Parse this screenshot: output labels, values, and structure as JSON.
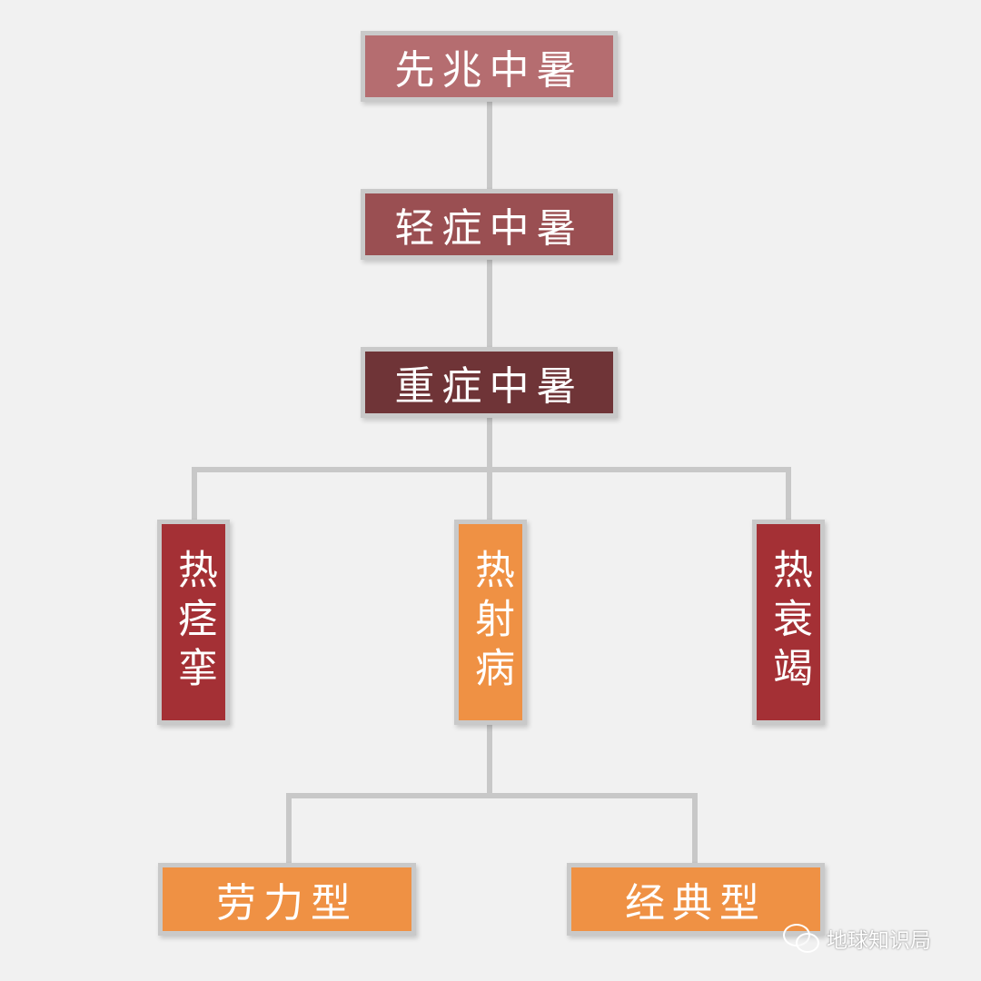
{
  "diagram": {
    "nodes": [
      {
        "id": "prodromal",
        "label": "先兆中暑",
        "color": "#b56d70"
      },
      {
        "id": "mild",
        "label": "轻症中暑",
        "color": "#9a4f52"
      },
      {
        "id": "severe",
        "label": "重症中暑",
        "color": "#6f3437"
      },
      {
        "id": "heat-cramp",
        "label": "热痉挛",
        "color": "#a43035"
      },
      {
        "id": "heat-stroke",
        "label": "热射病",
        "color": "#ef9144"
      },
      {
        "id": "heat-exhaustion",
        "label": "热衰竭",
        "color": "#a43035"
      },
      {
        "id": "exertional",
        "label": "劳力型",
        "color": "#ef9144"
      },
      {
        "id": "classic",
        "label": "经典型",
        "color": "#ef9144"
      }
    ],
    "edges": [
      [
        "prodromal",
        "mild"
      ],
      [
        "mild",
        "severe"
      ],
      [
        "severe",
        "heat-cramp"
      ],
      [
        "severe",
        "heat-stroke"
      ],
      [
        "severe",
        "heat-exhaustion"
      ],
      [
        "heat-stroke",
        "exertional"
      ],
      [
        "heat-stroke",
        "classic"
      ]
    ]
  },
  "watermark": {
    "text": "地球知识局",
    "icon": "wechat-icon"
  }
}
